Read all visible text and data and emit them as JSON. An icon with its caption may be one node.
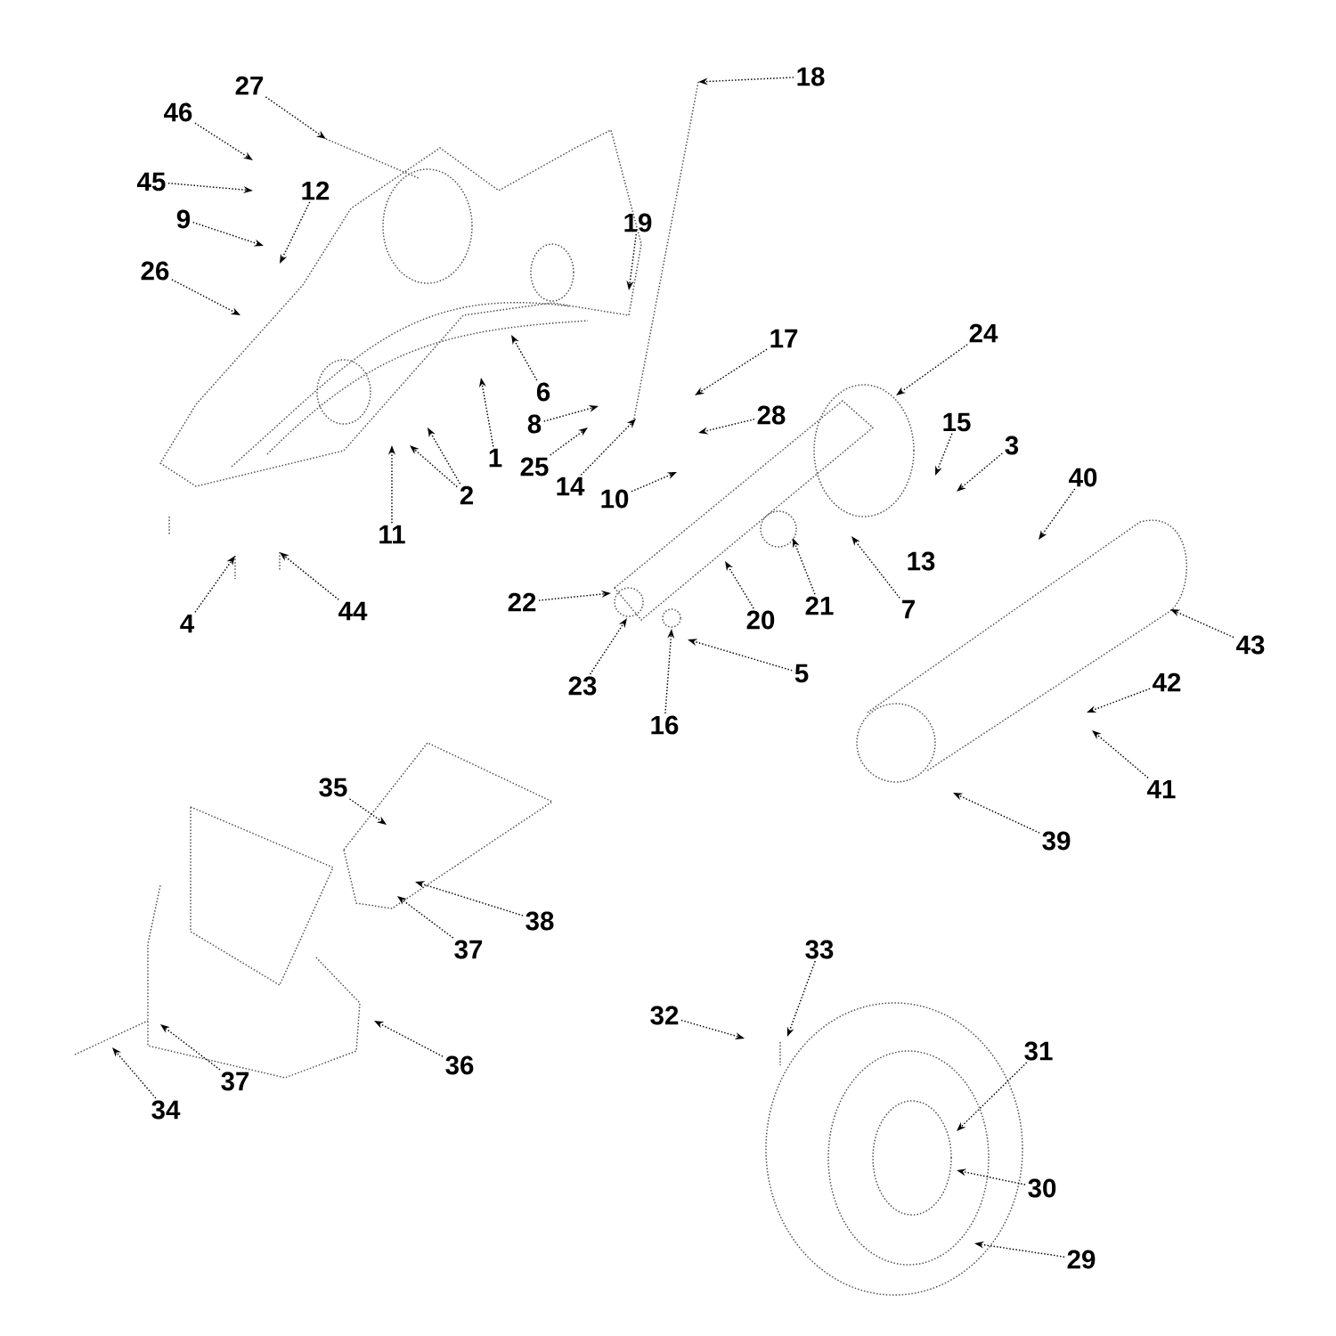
{
  "diagram": {
    "nodes": [
      {
        "text": [
          "27"
        ]
      },
      {
        "text": [
          "46"
        ]
      },
      {
        "text": [
          "18"
        ]
      },
      {
        "text": [
          "45"
        ]
      },
      {
        "text": [
          "12"
        ]
      },
      {
        "text": [
          "9"
        ]
      },
      {
        "text": [
          "19"
        ]
      },
      {
        "text": [
          "26"
        ]
      },
      {
        "text": [
          "17"
        ]
      },
      {
        "text": [
          "24"
        ]
      },
      {
        "text": [
          "6"
        ]
      },
      {
        "text": [
          "8"
        ]
      },
      {
        "text": [
          "1"
        ]
      },
      {
        "text": [
          "28"
        ]
      },
      {
        "text": [
          "15"
        ]
      },
      {
        "text": [
          "3"
        ]
      },
      {
        "text": [
          "25"
        ]
      },
      {
        "text": [
          "14"
        ]
      },
      {
        "text": [
          "2"
        ]
      },
      {
        "text": [
          "10"
        ]
      },
      {
        "text": [
          "40"
        ]
      },
      {
        "text": [
          "11"
        ]
      },
      {
        "text": [
          "13"
        ]
      },
      {
        "text": [
          "7"
        ]
      },
      {
        "text": [
          "22"
        ]
      },
      {
        "text": [
          "20"
        ]
      },
      {
        "text": [
          "21"
        ]
      },
      {
        "text": [
          "43"
        ]
      },
      {
        "text": [
          "23"
        ]
      },
      {
        "text": [
          "4"
        ]
      },
      {
        "text": [
          "44"
        ]
      },
      {
        "text": [
          "16"
        ]
      },
      {
        "text": [
          "5"
        ]
      },
      {
        "text": [
          "42"
        ]
      },
      {
        "text": [
          "41"
        ]
      },
      {
        "text": [
          "35"
        ]
      },
      {
        "text": [
          "39"
        ]
      },
      {
        "text": [
          "38"
        ]
      },
      {
        "text": [
          "37"
        ]
      },
      {
        "text": [
          "33"
        ]
      },
      {
        "text": [
          "32"
        ]
      },
      {
        "text": [
          "31"
        ]
      },
      {
        "text": [
          "34"
        ]
      },
      {
        "text": [
          "37"
        ]
      },
      {
        "text": [
          "36"
        ]
      },
      {
        "text": [
          "30"
        ]
      },
      {
        "text": [
          "29"
        ]
      }
    ],
    "edges": [
      {
        "from": 0,
        "to": null,
        "arrow": "to"
      },
      {
        "from": 1,
        "to": null,
        "arrow": "to"
      },
      {
        "from": 2,
        "to": null,
        "arrow": "to"
      },
      {
        "from": 3,
        "to": null,
        "arrow": "to"
      },
      {
        "from": 4,
        "to": null,
        "arrow": "to"
      },
      {
        "from": 5,
        "to": null,
        "arrow": "to"
      },
      {
        "from": 6,
        "to": null,
        "arrow": "to"
      },
      {
        "from": 7,
        "to": null,
        "arrow": "to"
      },
      {
        "from": 8,
        "to": null,
        "arrow": "to"
      },
      {
        "from": 9,
        "to": null,
        "arrow": "to"
      },
      {
        "from": 10,
        "to": null,
        "arrow": "to"
      },
      {
        "from": 11,
        "to": null,
        "arrow": "to"
      },
      {
        "from": 12,
        "to": null,
        "arrow": "to"
      },
      {
        "from": 13,
        "to": null,
        "arrow": "to"
      },
      {
        "from": 14,
        "to": null,
        "arrow": "to"
      },
      {
        "from": 15,
        "to": null,
        "arrow": "to"
      },
      {
        "from": 16,
        "to": null,
        "arrow": "to"
      },
      {
        "from": 17,
        "to": null,
        "arrow": "to"
      },
      {
        "from": 18,
        "to": null,
        "arrow": "to"
      },
      {
        "from": 18,
        "to": null,
        "arrow": "to"
      },
      {
        "from": 19,
        "to": null,
        "arrow": "to"
      },
      {
        "from": 20,
        "to": null,
        "arrow": "to"
      },
      {
        "from": 21,
        "to": null,
        "arrow": "to"
      },
      {
        "from": 23,
        "to": null,
        "arrow": "to"
      },
      {
        "from": 24,
        "to": null,
        "arrow": "to"
      },
      {
        "from": 25,
        "to": null,
        "arrow": "to"
      },
      {
        "from": 26,
        "to": null,
        "arrow": "to"
      },
      {
        "from": 27,
        "to": null,
        "arrow": "to"
      },
      {
        "from": 28,
        "to": null,
        "arrow": "to"
      },
      {
        "from": 29,
        "to": null,
        "arrow": "to"
      },
      {
        "from": 30,
        "to": null,
        "arrow": "to"
      },
      {
        "from": 31,
        "to": null,
        "arrow": "to"
      },
      {
        "from": 32,
        "to": null,
        "arrow": "to"
      },
      {
        "from": 33,
        "to": null,
        "arrow": "to"
      },
      {
        "from": 34,
        "to": null,
        "arrow": "to"
      },
      {
        "from": 35,
        "to": null,
        "arrow": "to"
      },
      {
        "from": 36,
        "to": null,
        "arrow": "to"
      },
      {
        "from": 37,
        "to": null,
        "arrow": "to"
      },
      {
        "from": 38,
        "to": null,
        "arrow": "to"
      },
      {
        "from": 39,
        "to": null,
        "arrow": "to"
      },
      {
        "from": 40,
        "to": null,
        "arrow": "to"
      },
      {
        "from": 41,
        "to": null,
        "arrow": "to"
      },
      {
        "from": 42,
        "to": null,
        "arrow": "to"
      },
      {
        "from": 43,
        "to": null,
        "arrow": "to"
      },
      {
        "from": 44,
        "to": null,
        "arrow": "to"
      },
      {
        "from": 45,
        "to": null,
        "arrow": "to"
      },
      {
        "from": 46,
        "to": null,
        "arrow": "to"
      }
    ]
  }
}
